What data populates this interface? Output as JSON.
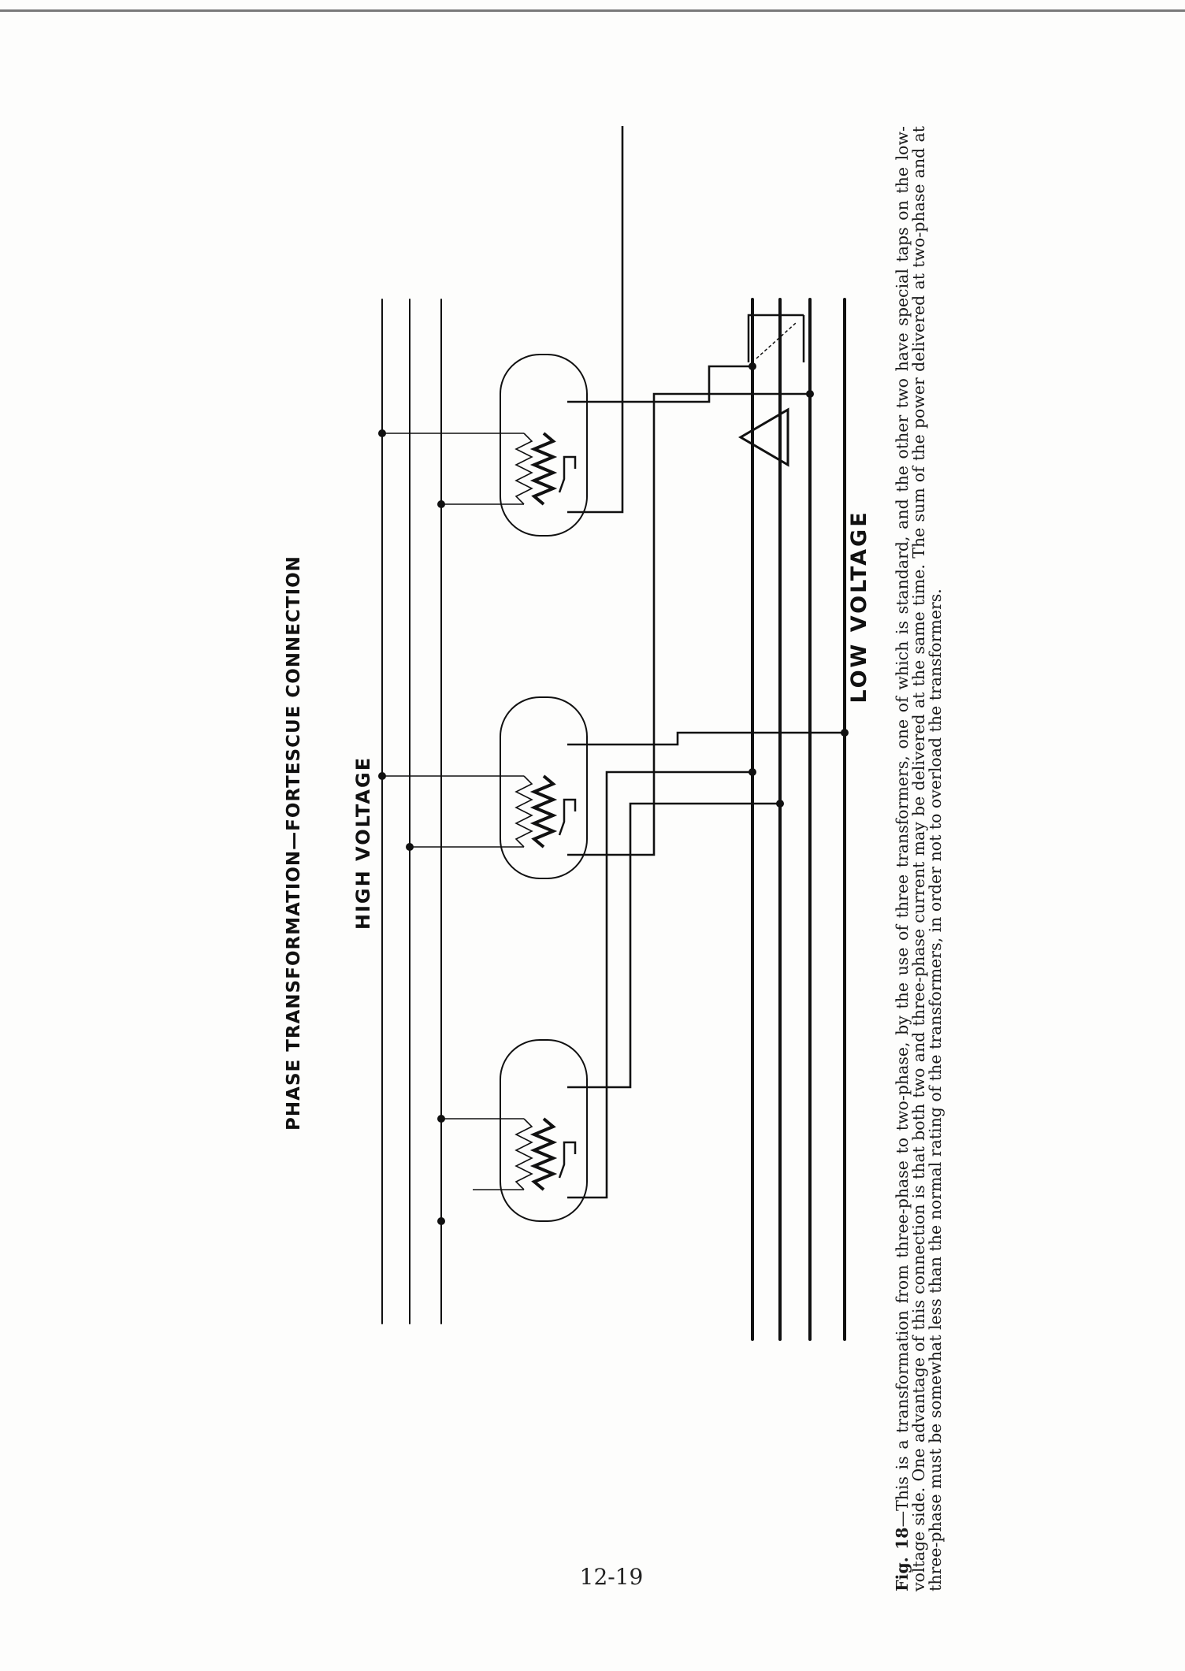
{
  "diagram": {
    "title": "PHASE TRANSFORMATION—FORTESCUE CONNECTION",
    "high_voltage_label": "HIGH VOLTAGE",
    "low_voltage_label": "LOW VOLTAGE",
    "symbols": [
      "delta-symbol",
      "two-phase-symbol"
    ]
  },
  "caption": {
    "figure_label": "Fig. 18",
    "text": "—This is a transformation from three-phase to two-phase, by the use of three transformers, one of which is standard, and the other two have special taps on the low-voltage side. One advantage of this connection is that both two and three-phase current may be delivered at the same time. The sum of the power delivered at two-phase and at three-phase must be somewhat less than the normal rating of the transformers, in order not to overload the transformers."
  },
  "page_number": "12-19",
  "colors": {
    "ink": "#111111",
    "paper": "#fdfdfc"
  }
}
